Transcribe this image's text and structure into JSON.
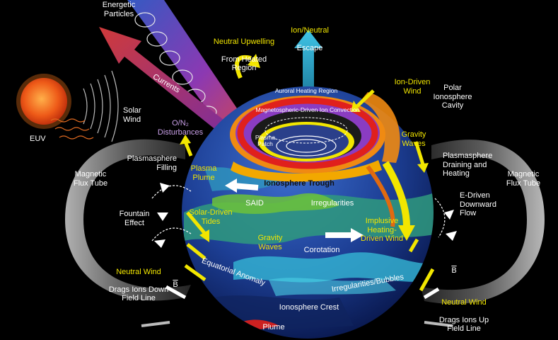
{
  "diagram": {
    "labels": {
      "energetic_particles": "Energetic\nParticles",
      "neutral_upwelling_title": "Neutral Upwelling",
      "neutral_upwelling_sub": "From Heated\nRegion",
      "ion_escape_ion": "Ion/",
      "ion_escape_neutral": "Neutral",
      "ion_escape_sub": "Escape",
      "currents": "Currents",
      "auroral_heating": "Auroral Heating Region",
      "magnetospheric_convection": "Magnetospheric-Driven Ion Convection",
      "ion_driven_wind": "Ion-Driven\nWind",
      "polar_cavity": "Polar\nIonosphere\nCavity",
      "solar_wind": "Solar\nWind",
      "euv": "EUV",
      "on2_disturbances": "O/N₂\nDisturbances",
      "plasma_patch": "Plasma\nPatch",
      "gravity_waves_right": "Gravity\nWaves",
      "plasmasphere_filling": "Plasmasphere\nFilling",
      "plasmasphere_draining": "Plasmasphere\nDraining and\nHeating",
      "magnetic_flux_tube_left": "Magnetic\nFlux Tube",
      "magnetic_flux_tube_right": "Magnetic\nFlux Tube",
      "plasma_plume": "Plasma\nPlume",
      "ionosphere_trough": "Ionosphere Trough",
      "e_driven_flow": "E-Driven\nDownward\nFlow",
      "said": "SAID",
      "irregularities": "Irregularities",
      "fountain_effect": "Fountain\nEffect",
      "solar_driven_tides": "Solar-Driven\nTides",
      "impulsive_wind": "Implusive\nHeating-\nDriven Wind",
      "gravity_waves_center": "Gravity\nWaves",
      "corotation": "Corotation",
      "neutral_wind_left": "Neutral Wind",
      "neutral_wind_left_sub": "Drags Ions Down\nField Line",
      "b_left": "B",
      "equatorial_anomaly": "Equatorial Anomaly",
      "irregularities_bubbles": "Irregularities/Bubbles",
      "b_right": "B",
      "neutral_wind_right": "Neutral Wind",
      "neutral_wind_right_sub": "Drags Ions Up\nField Line",
      "ionosphere_crest": "Ionosphere Crest",
      "plume": "Plume"
    },
    "colors": {
      "background": "#000000",
      "label_text": "#ffffff",
      "highlight_text": "#f2e600",
      "disturbance_text": "#c9a0e8",
      "sun": "#e8501a",
      "ocean": "#1f3f8c",
      "auroral_red": "#e0201c",
      "auroral_orange": "#f08a12",
      "arrow_yellow": "#f2e600",
      "arrow_white": "#ffffff",
      "escape_cyan": "#2fb6d8"
    }
  }
}
